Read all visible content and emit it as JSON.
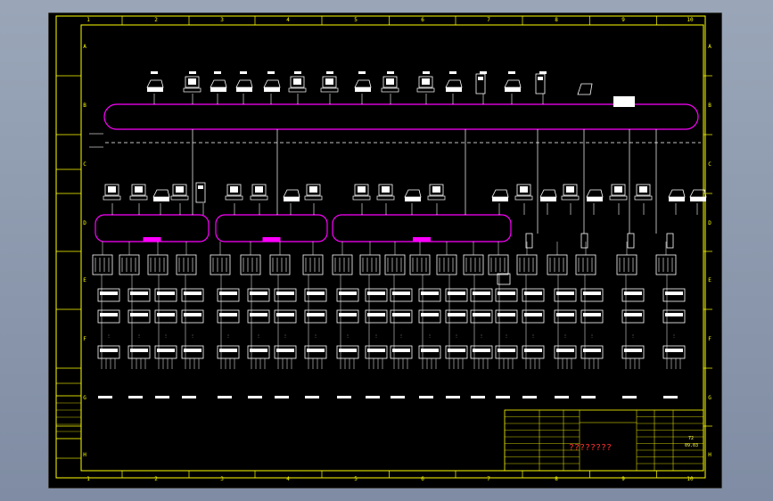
{
  "sheet": {
    "column_numbers": [
      "1",
      "2",
      "3",
      "4",
      "5",
      "6",
      "7",
      "8",
      "9",
      "10"
    ],
    "row_letters": [
      "A",
      "B",
      "C",
      "D",
      "E",
      "F",
      "G",
      "H"
    ],
    "center_title": "????????",
    "title_block_cells": [
      "72",
      "09.03"
    ],
    "colors": {
      "background": "#000000",
      "frame": "#ffff00",
      "ring": "#ff00ff",
      "equipment": "#ffffff",
      "dashed_divider": "#ffffff",
      "title_text": "#ff3030",
      "canvas": "#8a97ac"
    }
  }
}
